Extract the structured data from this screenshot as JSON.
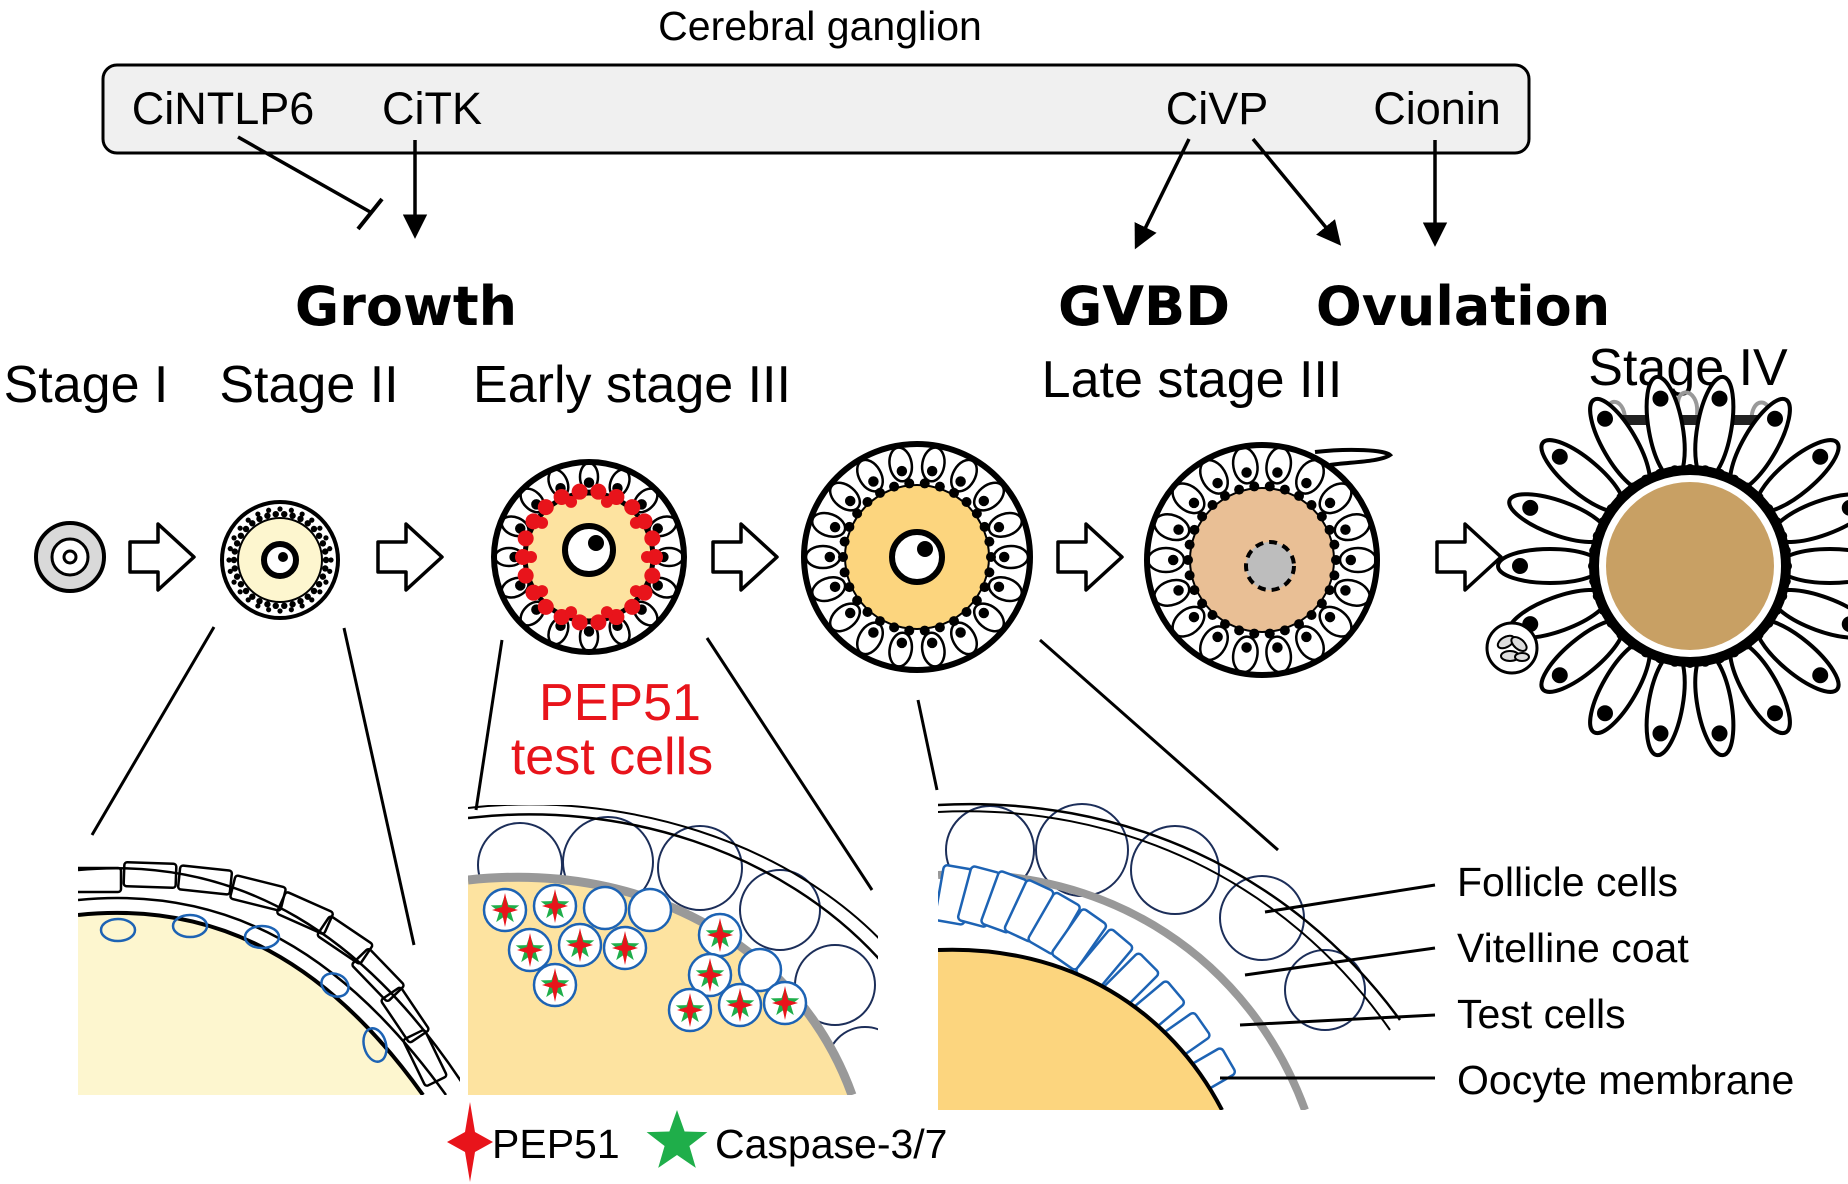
{
  "header": {
    "title": "Cerebral ganglion"
  },
  "regulators": [
    "CiNTLP6",
    "CiTK",
    "CiVP",
    "Cionin"
  ],
  "processes": {
    "growth": "Growth",
    "gvbd": "GVBD",
    "ovulation": "Ovulation"
  },
  "stages": [
    "Stage I",
    "Stage II",
    "Early stage III",
    "Late stage III",
    "Stage IV"
  ],
  "pep51_label": {
    "line1": "PEP51",
    "line2": "test cells"
  },
  "cell_labels": [
    "Follicle cells",
    "Vitelline coat",
    "Test cells",
    "Oocyte membrane"
  ],
  "legend": {
    "pep51": "PEP51",
    "caspase": "Caspase-3/7"
  },
  "colors": {
    "pep51": "#e8141b",
    "caspase": "#1fae4a",
    "yolk_light": "#fdf6cf",
    "yolk_early": "#fde3a0",
    "yolk_mid": "#fcd57e",
    "yolk_late": "#e9bf95",
    "yolk_stage4": "#c8a064",
    "cell_outline": "#1d63b4",
    "panel_fill": "#f0f0f0"
  }
}
